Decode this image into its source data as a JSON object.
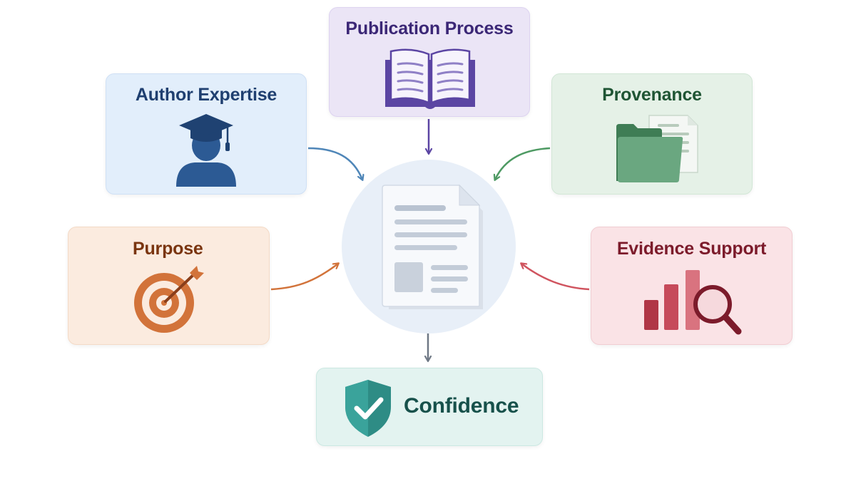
{
  "nodes": {
    "author": {
      "label": "Author Expertise",
      "icon": "graduate-icon",
      "color": "#2c5a94"
    },
    "publication": {
      "label": "Publication Process",
      "icon": "book-icon",
      "color": "#5b45a3"
    },
    "provenance": {
      "label": "Provenance",
      "icon": "folder-document-icon",
      "color": "#5e9c72"
    },
    "purpose": {
      "label": "Purpose",
      "icon": "target-icon",
      "color": "#d2733a"
    },
    "evidence": {
      "label": "Evidence Support",
      "icon": "bar-chart-magnifier-icon",
      "color": "#b03646"
    },
    "confidence": {
      "label": "Confidence",
      "icon": "shield-check-icon",
      "color": "#2e8c85"
    }
  },
  "center": {
    "icon": "document-icon"
  },
  "edges": [
    {
      "from": "author",
      "to": "center"
    },
    {
      "from": "publication",
      "to": "center"
    },
    {
      "from": "provenance",
      "to": "center"
    },
    {
      "from": "purpose",
      "to": "center"
    },
    {
      "from": "evidence",
      "to": "center"
    },
    {
      "from": "center",
      "to": "confidence"
    }
  ]
}
